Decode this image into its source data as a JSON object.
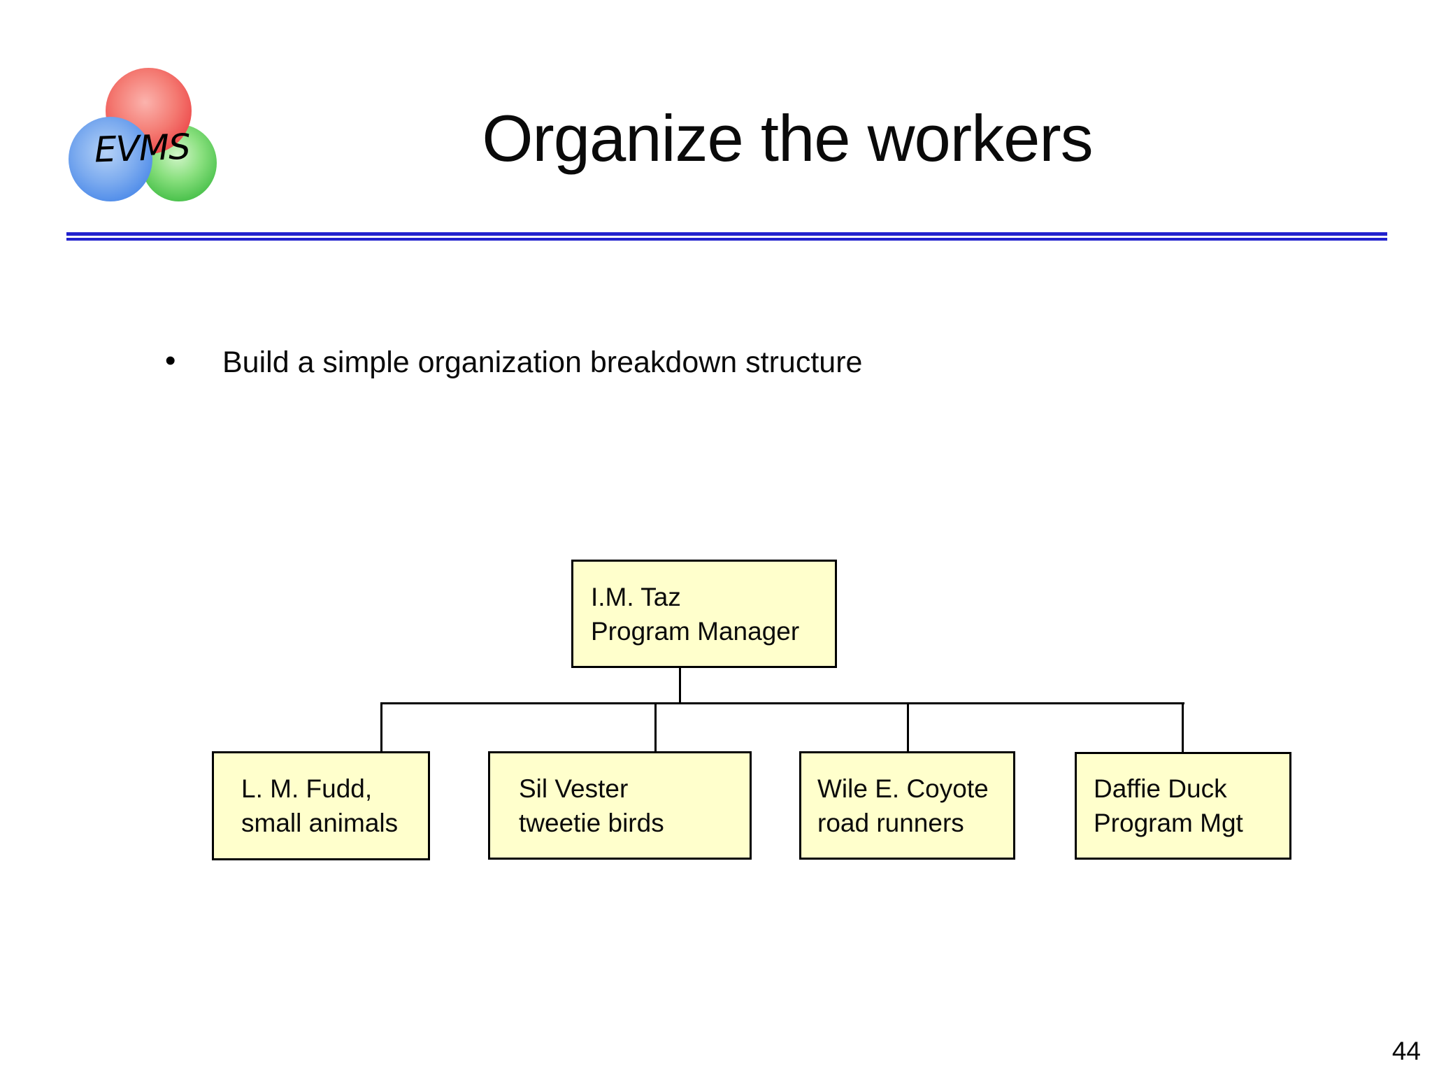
{
  "slide": {
    "logo": {
      "text": "EVMS"
    },
    "title": "Organize the workers",
    "bullet": {
      "marker": "•",
      "text": "Build a simple organization breakdown structure"
    },
    "page_number": "44"
  },
  "org_chart": {
    "root": {
      "name": "I.M. Taz",
      "role": "Program Manager"
    },
    "children": [
      {
        "name": "L. M. Fudd,",
        "role": "small animals"
      },
      {
        "name": "Sil Vester",
        "role": "tweetie birds"
      },
      {
        "name": "Wile E. Coyote",
        "role": "road runners"
      },
      {
        "name": "Daffie Duck",
        "role": "Program Mgt"
      }
    ]
  },
  "colors": {
    "box_fill": "#FFFFCC",
    "box_border": "#000000",
    "line_black": "#000000",
    "divider_blue": "#2121CE",
    "logo_red": "#EE5050",
    "logo_blue": "#5590EA",
    "logo_green": "#52C552",
    "text": "#000000"
  }
}
